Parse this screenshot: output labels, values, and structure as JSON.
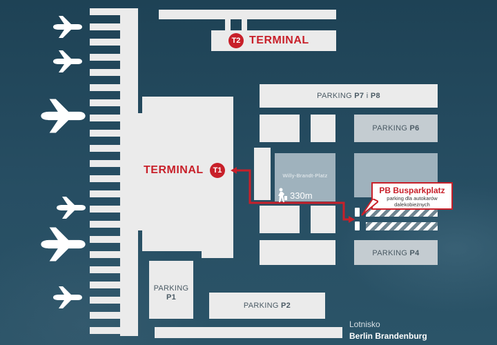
{
  "map": {
    "terminal2": {
      "badge": "T2",
      "label": "TERMINAL"
    },
    "terminal1": {
      "badge": "T1",
      "label": "TERMINAL"
    },
    "parking": {
      "p7p8": {
        "prefix": "PARKING ",
        "a": "P7",
        "sep": " i ",
        "b": "P8"
      },
      "p6": {
        "prefix": "PARKING ",
        "num": "P6"
      },
      "p4": {
        "prefix": "PARKING ",
        "num": "P4"
      },
      "p1": {
        "prefix": "PARKING",
        "num": "P1"
      },
      "p2": {
        "prefix": "PARKING ",
        "num": "P2"
      }
    },
    "plaza": "Willy-Brandt-Platz",
    "walk_distance": "330m",
    "bus_callout": {
      "title": "PB Busparkplatz",
      "subtitle_line1": "parking dla autokarów",
      "subtitle_line2": "dalekobieżnych"
    },
    "footer": {
      "line1": "Lotnisko",
      "line2": "Berlin Brandenburg"
    },
    "colors": {
      "accent": "#c8202a",
      "background": "#24495d",
      "block": "#ebebeb"
    },
    "icons": [
      "airplane-icon",
      "walking-person-icon",
      "bus-icon"
    ]
  }
}
